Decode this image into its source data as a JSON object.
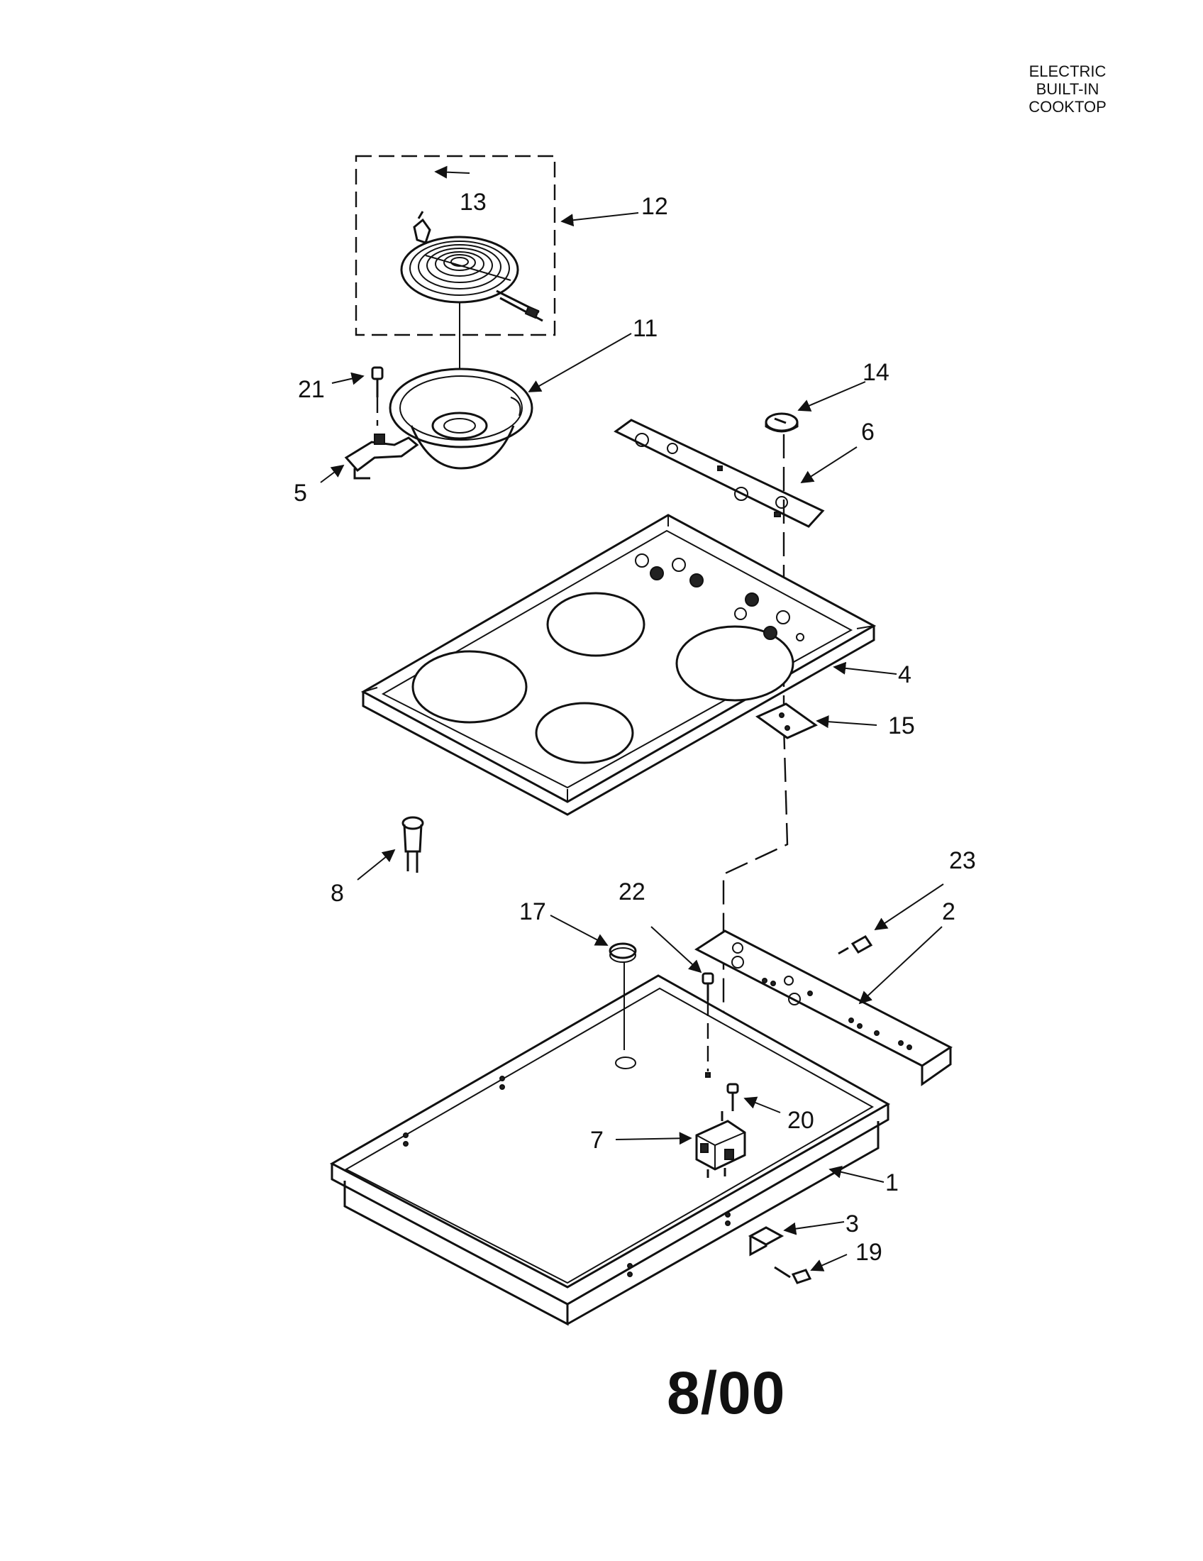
{
  "header": {
    "lines": [
      "ELECTRIC",
      "BUILT-IN",
      "COOKTOP"
    ]
  },
  "revision": "8/00",
  "parts": [
    {
      "number": "1"
    },
    {
      "number": "2"
    },
    {
      "number": "3"
    },
    {
      "number": "4"
    },
    {
      "number": "5"
    },
    {
      "number": "6"
    },
    {
      "number": "7"
    },
    {
      "number": "8"
    },
    {
      "number": "11"
    },
    {
      "number": "12"
    },
    {
      "number": "13"
    },
    {
      "number": "14"
    },
    {
      "number": "15"
    },
    {
      "number": "17"
    },
    {
      "number": "19"
    },
    {
      "number": "20"
    },
    {
      "number": "21"
    },
    {
      "number": "22"
    },
    {
      "number": "23"
    }
  ]
}
